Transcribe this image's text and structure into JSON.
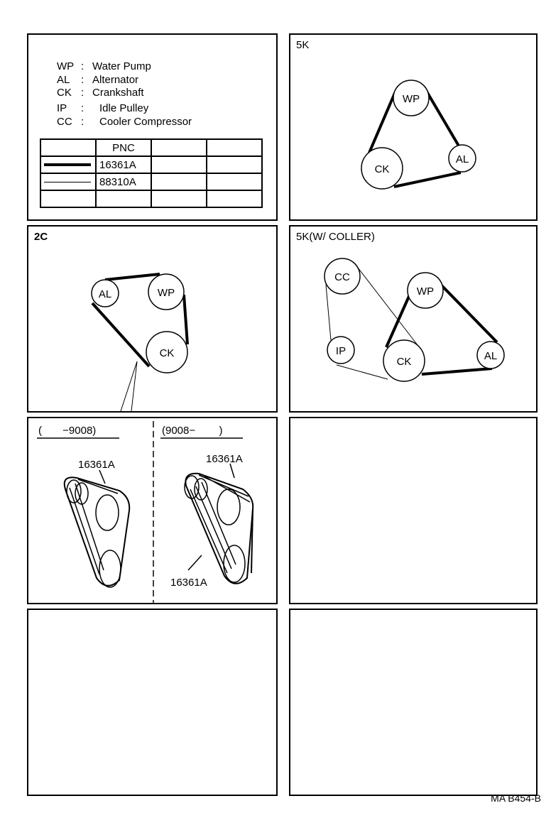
{
  "legend": {
    "items": [
      {
        "code": "WP",
        "label": "Water Pump"
      },
      {
        "code": "AL",
        "label": "Alternator"
      },
      {
        "code": "CK",
        "label": "Crankshaft"
      },
      {
        "code": "IP",
        "label": "Idle Pulley"
      },
      {
        "code": "CC",
        "label": "Cooler Compressor"
      }
    ],
    "table": {
      "header": "PNC",
      "rows": [
        "16361A",
        "88310A"
      ]
    }
  },
  "panels": {
    "k5": {
      "title": "5K",
      "pulleys": {
        "wp": "WP",
        "al": "AL",
        "ck": "CK"
      }
    },
    "c2": {
      "title": "2C",
      "pulleys": {
        "al": "AL",
        "wp": "WP",
        "ck": "CK"
      }
    },
    "k5c": {
      "title": "5K(W/ COLLER)",
      "pulleys": {
        "cc": "CC",
        "wp": "WP",
        "ip": "IP",
        "ck": "CK",
        "al": "AL"
      }
    },
    "detail": {
      "left_title": "(       −9008)",
      "right_title": "(9008−        )",
      "left_part": "16361A",
      "right_part_top": "16361A",
      "right_part_bottom": "16361A"
    }
  },
  "footer": "MA B454-B"
}
